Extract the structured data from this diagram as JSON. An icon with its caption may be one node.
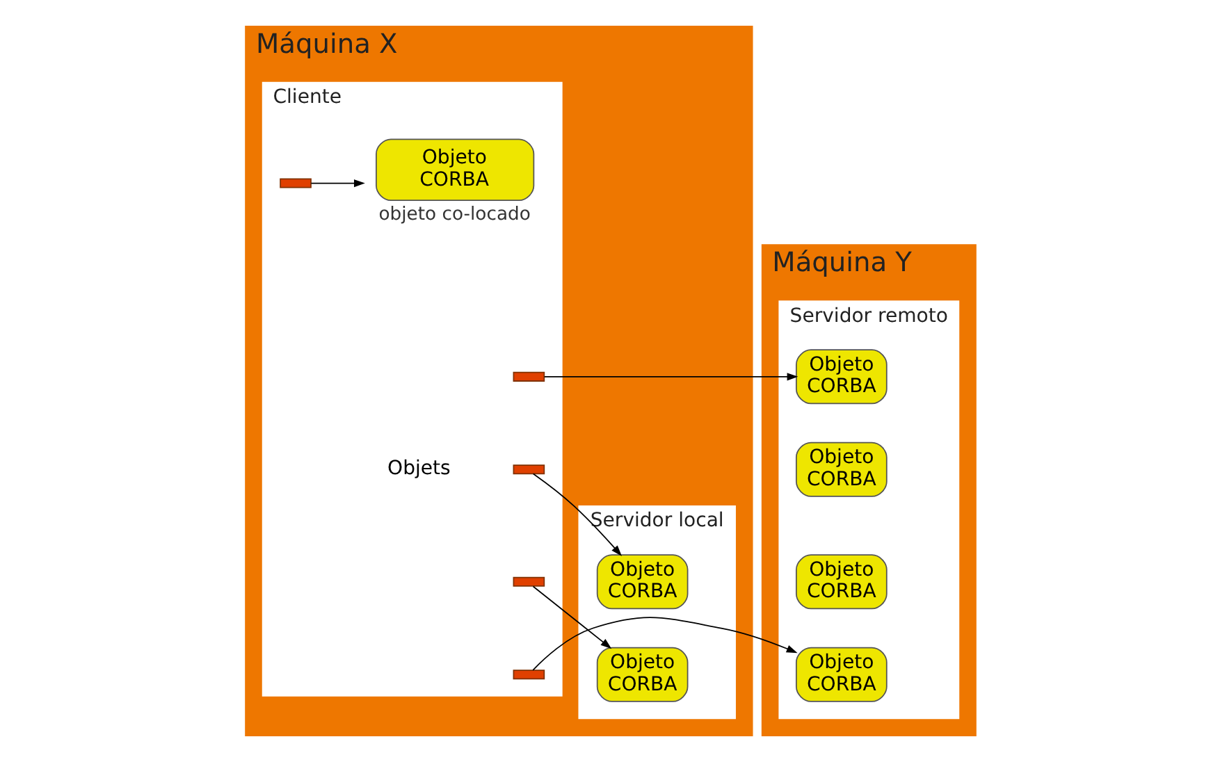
{
  "diagram": {
    "nodes": [
      {
        "text": [
          "Máquina X"
        ]
      },
      {
        "text": [
          "Cliente"
        ],
        "in": 0
      },
      {
        "text": [
          "Objeto CORBA"
        ],
        "in": 1,
        "beside": [
          "objeto co-locado"
        ]
      },
      {
        "text": [],
        "shape": "bar",
        "in": 1
      },
      {
        "text": [],
        "shape": "bar",
        "in": 1
      },
      {
        "text": [],
        "shape": "bar",
        "in": 1
      },
      {
        "text": [],
        "shape": "bar",
        "in": 1
      },
      {
        "text": [],
        "shape": "bar",
        "in": 1
      },
      {
        "text": [
          "Servidor local"
        ],
        "in": 0
      },
      {
        "text": [
          "Objeto CORBA"
        ],
        "in": 8
      },
      {
        "text": [
          "Objeto CORBA"
        ],
        "in": 8
      },
      {
        "text": [
          "Máquina Y"
        ]
      },
      {
        "text": [
          "Servidor remoto"
        ],
        "in": 11
      },
      {
        "text": [
          "Objeto CORBA"
        ],
        "in": 12
      },
      {
        "text": [
          "Objeto CORBA"
        ],
        "in": 12
      },
      {
        "text": [
          "Objeto CORBA"
        ],
        "in": 12
      },
      {
        "text": [
          "Objeto CORBA"
        ],
        "in": 12
      }
    ],
    "edges": [
      {
        "from": 3,
        "to": 2,
        "arrow": "to"
      },
      {
        "from": 4,
        "to": 13,
        "arrow": "to"
      },
      {
        "from": 5,
        "to": 9,
        "arrow": "to"
      },
      {
        "from": 6,
        "to": 10,
        "arrow": "to"
      },
      {
        "from": 7,
        "to": 16,
        "arrow": "to"
      }
    ],
    "labels": [
      "Objets"
    ]
  }
}
